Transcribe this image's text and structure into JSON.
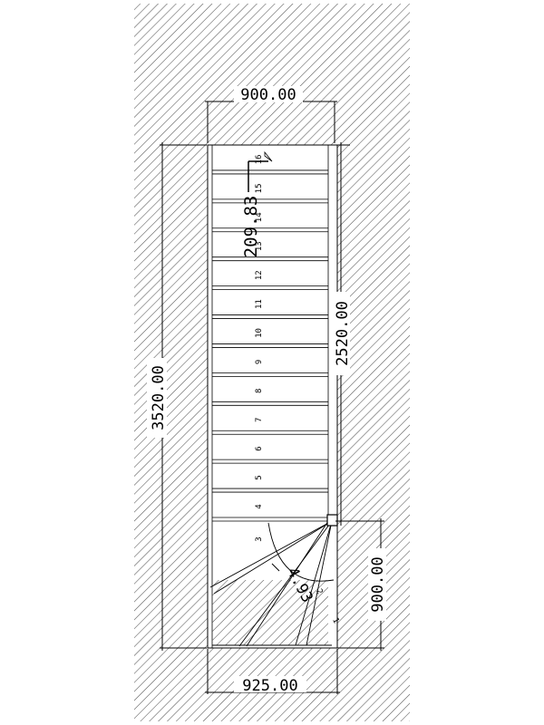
{
  "plan": {
    "dimensions": {
      "top_width": "900.00",
      "bottom_width": "925.00",
      "total_length": "3520.00",
      "flight_length": "2520.00",
      "landing_length": "900.00",
      "dim_209": "209.83",
      "dim_angle": "4.93"
    },
    "step_numbers": [
      "1",
      "2",
      "3",
      "4",
      "5",
      "6",
      "7",
      "8",
      "9",
      "10",
      "11",
      "12",
      "13",
      "14",
      "15",
      "16"
    ],
    "colors": {
      "line": "#000000",
      "hatch": "#555555",
      "background": "#ffffff"
    }
  }
}
